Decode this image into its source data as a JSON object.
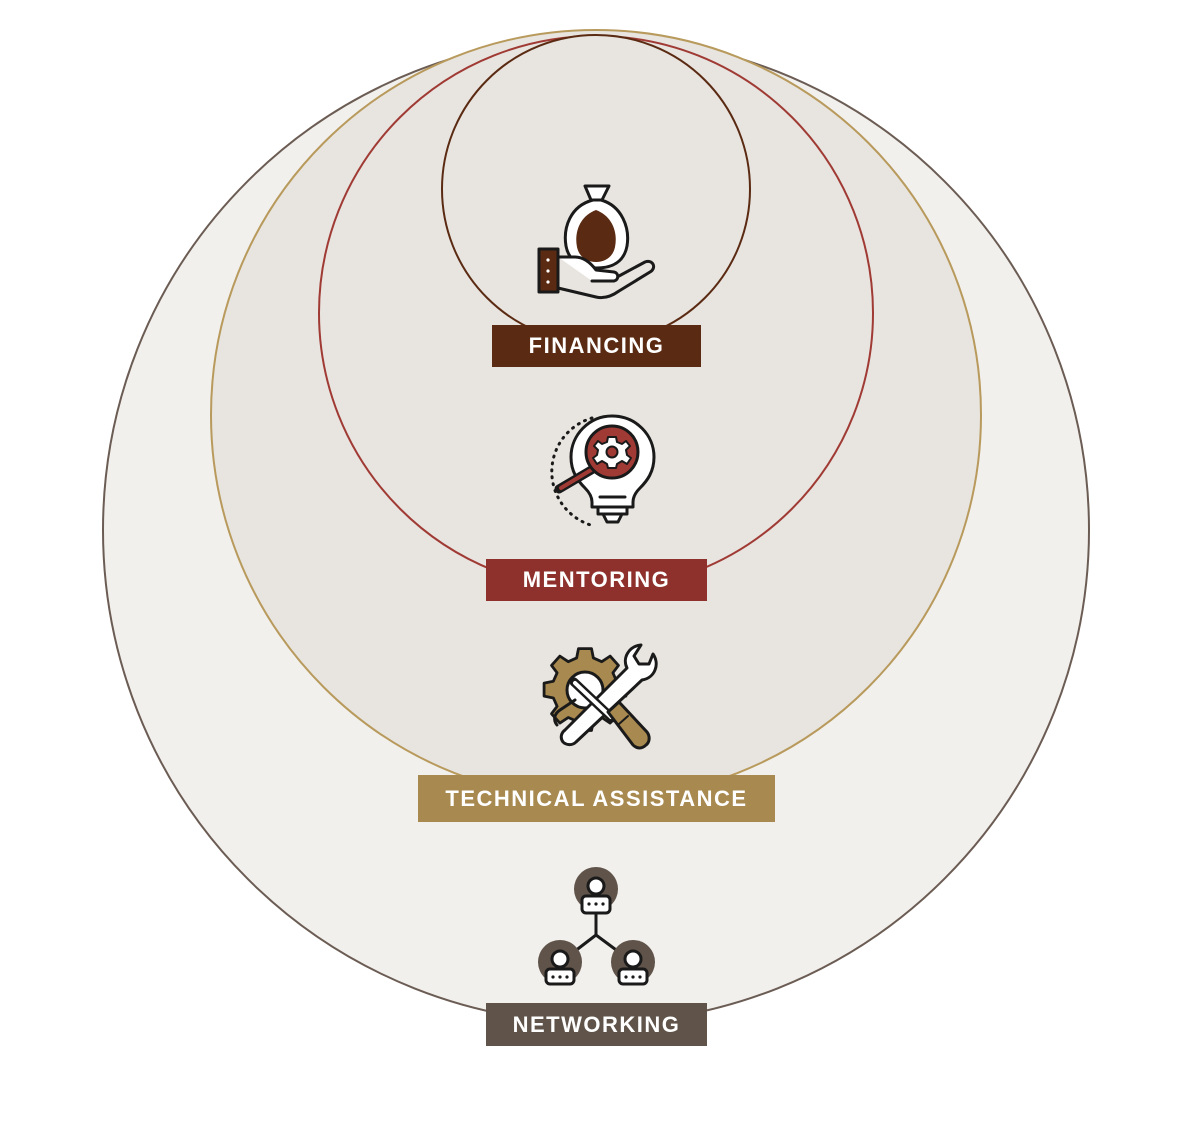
{
  "layers": [
    {
      "id": "networking",
      "label": "NETWORKING",
      "icon": "network-people-icon",
      "color": "#5f534a"
    },
    {
      "id": "technical",
      "label": "TECHNICAL ASSISTANCE",
      "icon": "gear-wrench-screwdriver-icon",
      "color": "#a8894f"
    },
    {
      "id": "mentoring",
      "label": "MENTORING",
      "icon": "lightbulb-magnifier-gear-icon",
      "color": "#8e302c"
    },
    {
      "id": "financing",
      "label": "FINANCING",
      "icon": "hand-money-bag-icon",
      "color": "#5a2a12"
    }
  ],
  "colors": {
    "outer_fill": "#f2f0ed",
    "inner_fill": "#e8e4df",
    "icon_stroke": "#1a1a1a"
  }
}
